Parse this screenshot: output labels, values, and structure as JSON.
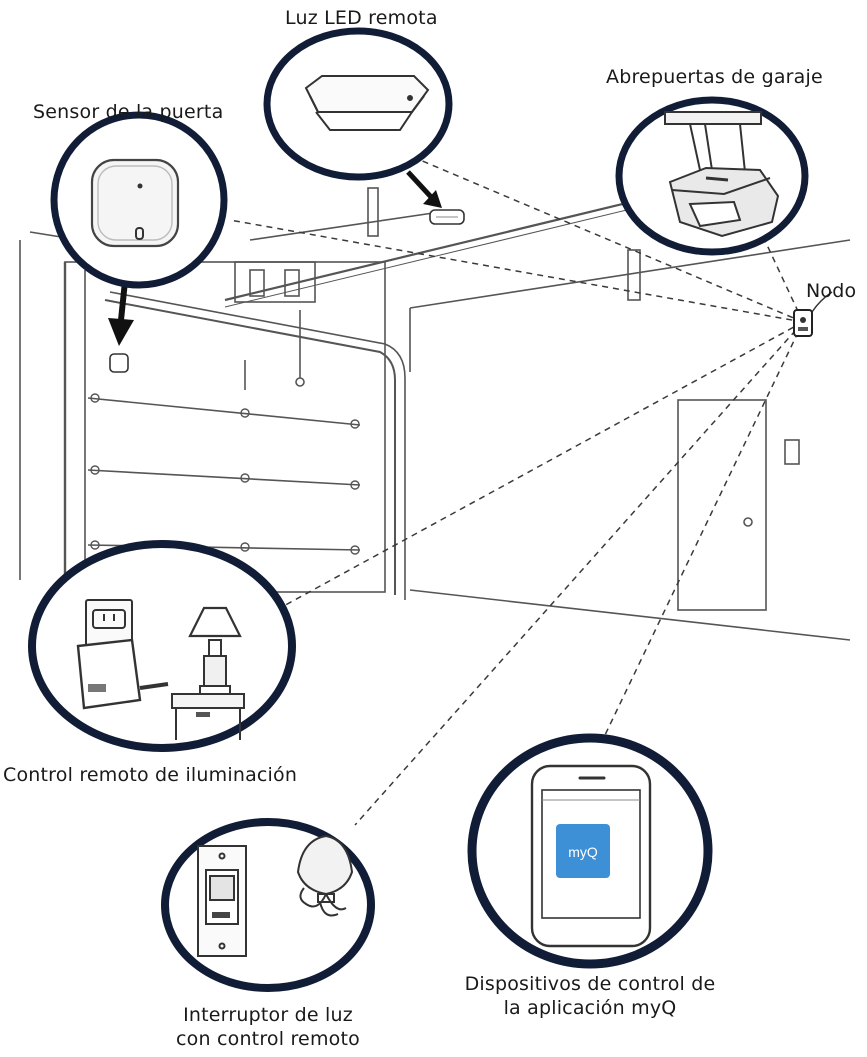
{
  "labels": {
    "led_light": "Luz LED remota",
    "door_sensor": "Sensor de la puerta",
    "garage_opener": "Abrepuertas de garaje",
    "hub": "Nodo",
    "lamp_control": "Control remoto de iluminación",
    "switch_line1": "Interruptor de luz",
    "switch_line2": "con control remoto",
    "app_line1": "Dispositivos de control de",
    "app_line2": "la aplicación myQ"
  },
  "app_logo_text": "myQ",
  "colors": {
    "ring": "#111c36",
    "line": "#3a3a3a",
    "app_tile": "#3d8fd6"
  }
}
